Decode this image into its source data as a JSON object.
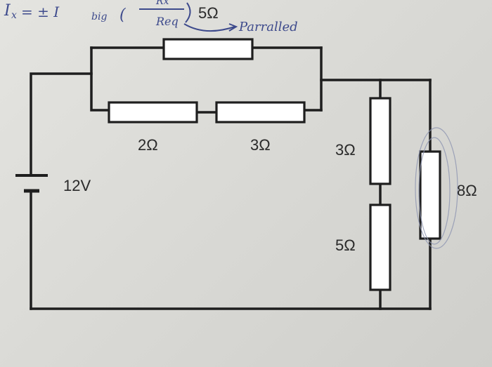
{
  "handwriting": {
    "formula_start": "I",
    "formula_sub_x": "x",
    "formula_rest": "= ± I",
    "formula_sub_big": "big",
    "formula_paren": "(",
    "fraction_denominator": "Req",
    "fraction_numerator": "Rx",
    "top_value": "5Ω",
    "note": "Parralled"
  },
  "circuit": {
    "battery_voltage": "12V",
    "r_top": "5Ω",
    "r_mid_left": "2Ω",
    "r_mid_right": "3Ω",
    "r_right_upper": "3Ω",
    "r_right_lower": "5Ω",
    "r_far_right": "8Ω"
  }
}
